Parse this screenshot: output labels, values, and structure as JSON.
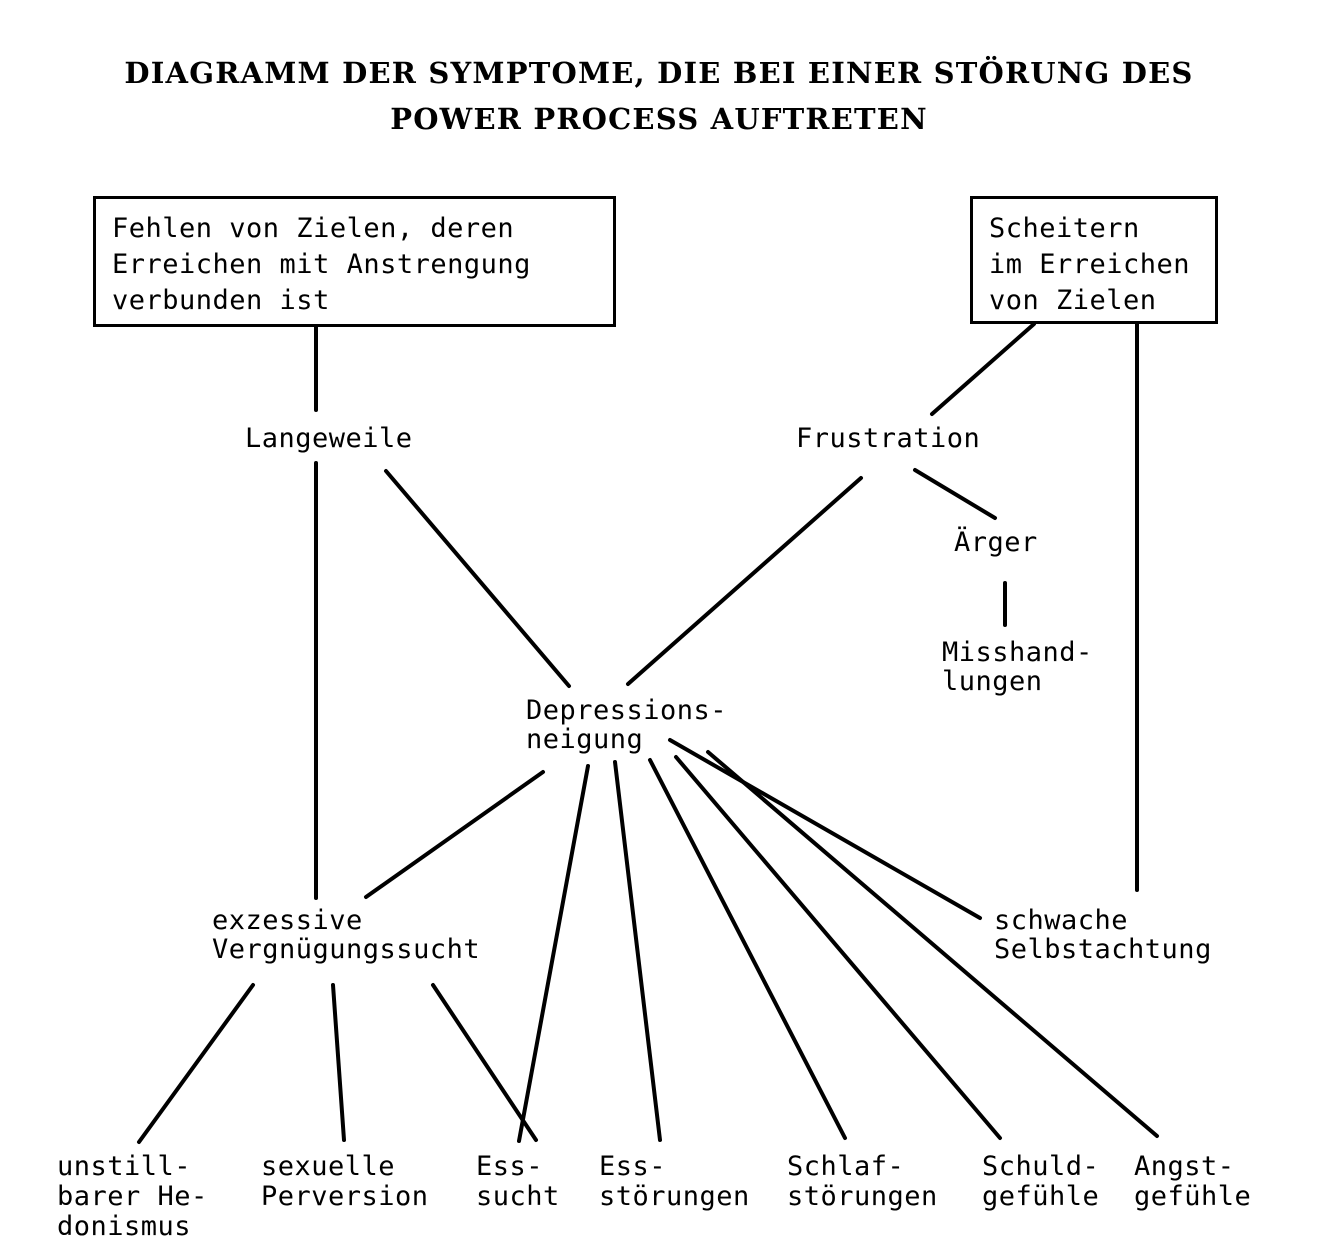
{
  "title": {
    "line1": "DIAGRAMM DER SYMPTOME, DIE BEI EINER STÖRUNG DES",
    "line2": "POWER PROCESS AUFTRETEN"
  },
  "colors": {
    "ink": "#000000",
    "paper": "#ffffff"
  },
  "boxes": [
    {
      "id": "lack-of-goals",
      "text": "Fehlen von Zielen, deren\nErreichen mit Anstrengung\nverbunden ist"
    },
    {
      "id": "failure-to-attain-goals",
      "text": "Scheitern\nim Erreichen\nvon Zielen"
    }
  ],
  "nodes": [
    {
      "id": "boredom",
      "text": "Langeweile"
    },
    {
      "id": "frustration",
      "text": "Frustration"
    },
    {
      "id": "anger",
      "text": "Ärger"
    },
    {
      "id": "abuse",
      "text": "Misshand-\nlungen"
    },
    {
      "id": "depression",
      "text": "Depressions-\nneigung"
    },
    {
      "id": "excessive-pleasure-seeking",
      "text": "exzessive\nVergnügungssucht"
    },
    {
      "id": "low-self-esteem",
      "text": "schwache\nSelbstachtung"
    }
  ],
  "leaves": [
    {
      "id": "insatiable-hedonism",
      "text": "unstill-\nbarer He-\ndonismus"
    },
    {
      "id": "sexual-perversion",
      "text": "sexuelle\nPerversion"
    },
    {
      "id": "food-addiction",
      "text": "Ess-\nsucht"
    },
    {
      "id": "eating-disorders",
      "text": "Ess-\nstörungen"
    },
    {
      "id": "sleep-disorders",
      "text": "Schlaf-\nstörungen"
    },
    {
      "id": "guilt-feelings",
      "text": "Schuld-\ngefühle"
    },
    {
      "id": "anxiety-feelings",
      "text": "Angst-\ngefühle"
    }
  ],
  "chart_data": {
    "type": "diagram",
    "title": "DIAGRAMM DER SYMPTOME, DIE BEI EINER STÖRUNG DES POWER PROCESS AUFTRETEN",
    "edges": [
      {
        "from": "lack-of-goals",
        "to": "boredom"
      },
      {
        "from": "boredom",
        "to": "depression"
      },
      {
        "from": "boredom",
        "to": "excessive-pleasure-seeking"
      },
      {
        "from": "failure-to-attain-goals",
        "to": "frustration"
      },
      {
        "from": "failure-to-attain-goals",
        "to": "low-self-esteem"
      },
      {
        "from": "frustration",
        "to": "depression"
      },
      {
        "from": "frustration",
        "to": "anger"
      },
      {
        "from": "anger",
        "to": "abuse"
      },
      {
        "from": "depression",
        "to": "excessive-pleasure-seeking"
      },
      {
        "from": "depression",
        "to": "food-addiction"
      },
      {
        "from": "depression",
        "to": "eating-disorders"
      },
      {
        "from": "depression",
        "to": "sleep-disorders"
      },
      {
        "from": "depression",
        "to": "guilt-feelings"
      },
      {
        "from": "depression",
        "to": "anxiety-feelings"
      },
      {
        "from": "depression",
        "to": "low-self-esteem"
      },
      {
        "from": "excessive-pleasure-seeking",
        "to": "insatiable-hedonism"
      },
      {
        "from": "excessive-pleasure-seeking",
        "to": "sexual-perversion"
      },
      {
        "from": "excessive-pleasure-seeking",
        "to": "food-addiction"
      }
    ]
  }
}
